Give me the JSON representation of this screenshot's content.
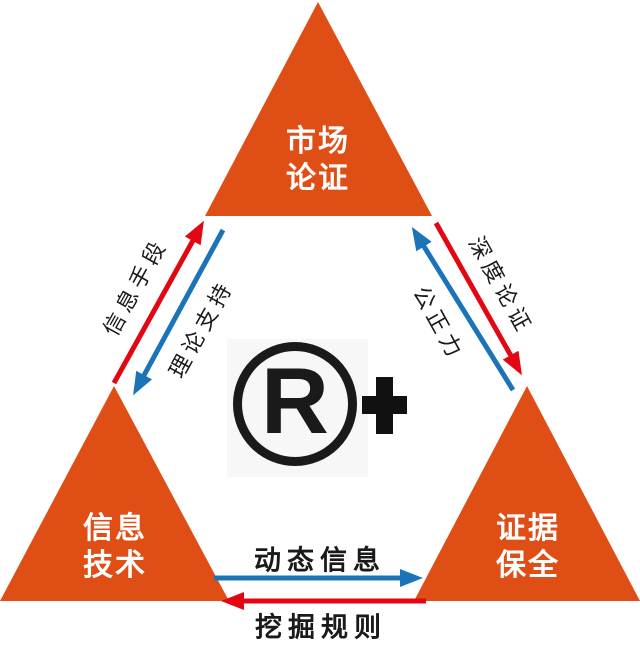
{
  "colors": {
    "triangle_fill": "#DF4E14",
    "arrow_red": "#E30613",
    "arrow_blue": "#1C74B8",
    "ink_black": "#1A1A1A",
    "triangle_text": "#FFFFFF"
  },
  "triangles": {
    "top": {
      "line1": "市场",
      "line2": "论证"
    },
    "bottom_left": {
      "line1": "信息",
      "line2": "技术"
    },
    "bottom_right": {
      "line1": "证据",
      "line2": "保全"
    }
  },
  "arrow_labels": {
    "left_red": "信息手段",
    "left_blue": "理论支持",
    "right_red": "深度论证",
    "right_blue": "公正力",
    "bottom_blue": "动态信息",
    "bottom_red": "挖掘规则"
  },
  "icons": {
    "registered_mark": "circled-R",
    "plus": "+"
  },
  "center_symbol": {
    "letter": "R"
  }
}
